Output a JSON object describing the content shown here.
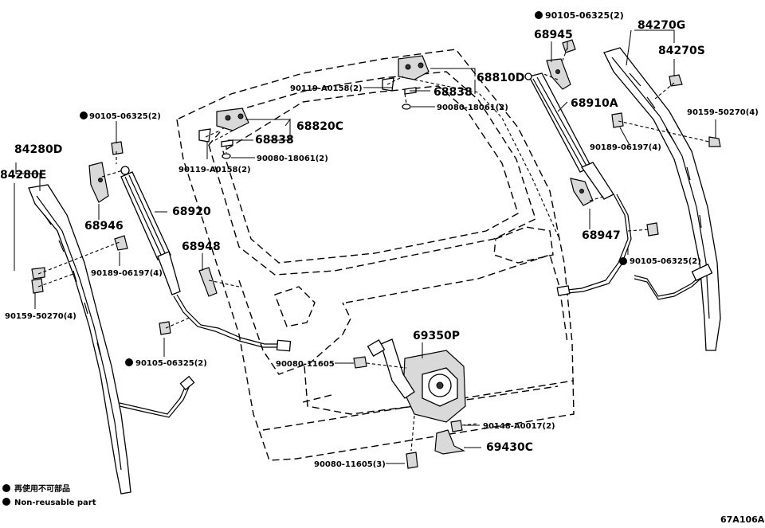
{
  "diagram_id": "67A106A",
  "legend": {
    "jp": "再使用不可部品",
    "en": "Non-reusable part"
  },
  "labels": {
    "l_90105_top": "90105-06325(2)",
    "l_68945": "68945",
    "l_84270G": "84270G",
    "l_84270S": "84270S",
    "l_68810D": "68810D",
    "l_90119_a": "90119-A0158(2)",
    "l_68838_a": "68838",
    "l_90080_18061_a": "90080-18061(2)",
    "l_68910A": "68910A",
    "l_90159_r": "90159-50270(4)",
    "l_90189_r": "90189-06197(4)",
    "l_90105_left_top": "90105-06325(2)",
    "l_68820C": "68820C",
    "l_68838_b": "68838",
    "l_90119_b": "90119-A0158(2)",
    "l_90080_18061_b": "90080-18061(2)",
    "l_84280D": "84280D",
    "l_84280E": "84280E",
    "l_68920": "68920",
    "l_68946": "68946",
    "l_68948": "68948",
    "l_90189_l": "90189-06197(4)",
    "l_90159_l": "90159-50270(4)",
    "l_68947": "68947",
    "l_90105_right": "90105-06325(2)",
    "l_69350P": "69350P",
    "l_90080_11605": "90080-11605",
    "l_90105_left_bottom": "90105-06325(2)",
    "l_90148": "90148-A0017(2)",
    "l_69430C": "69430C",
    "l_90080_11605_3": "90080-11605(3)"
  },
  "marker_color": "#000000"
}
